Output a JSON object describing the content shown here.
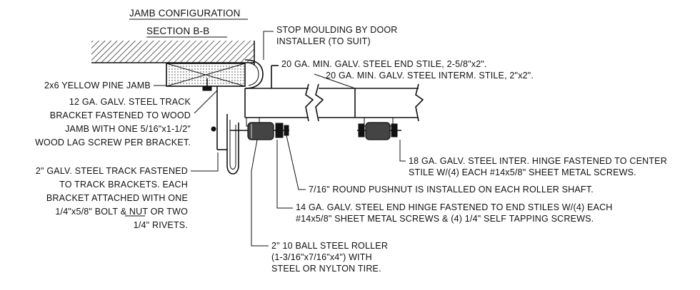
{
  "title": {
    "line1": "JAMB CONFIGURATION",
    "line2": "SECTION B-B"
  },
  "callouts": {
    "stop_moulding": [
      "STOP MOULDING BY DOOR",
      "INSTALLER (TO SUIT)"
    ],
    "end_stile": "20 GA. MIN. GALV. STEEL END STILE, 2-5/8\"x2\".",
    "interm_stile": "20 GA. MIN. GALV. STEEL INTERM. STILE, 2\"x2\".",
    "yellow_pine_jamb": "2x6 YELLOW PINE JAMB",
    "track_bracket": [
      "12 GA. GALV. STEEL TRACK",
      "BRACKET FASTENED TO WOOD",
      "JAMB WITH ONE 5/16\"x1-1/2\"",
      "WOOD LAG SCREW PER BRACKET."
    ],
    "galv_track": [
      "2\" GALV. STEEL TRACK FASTENED",
      "TO TRACK BRACKETS. EACH",
      "BRACKET ATTACHED WITH ONE",
      "1/4\"x5/8\" BOLT & NUT OR TWO",
      "1/4\" RIVETS."
    ],
    "inter_hinge": [
      "18 GA. GALV. STEEL INTER. HINGE FASTENED TO CENTER",
      "STILE W/(4) EACH #14x5/8\" SHEET METAL SCREWS."
    ],
    "pushnut": "7/16\" ROUND PUSHNUT IS INSTALLED ON EACH ROLLER SHAFT.",
    "end_hinge": [
      "14 GA. GALV. STEEL END HINGE FASTENED TO END STILES W/(4) EACH",
      "#14x5/8\" SHEET METAL SCREWS & (4) 1/4\" SELF TAPPING SCREWS."
    ],
    "ball_roller": [
      "2\" 10 BALL STEEL ROLLER",
      "(1-3/16\"x7/16\"x4\") WITH",
      "STEEL OR NYLTON TIRE."
    ]
  }
}
